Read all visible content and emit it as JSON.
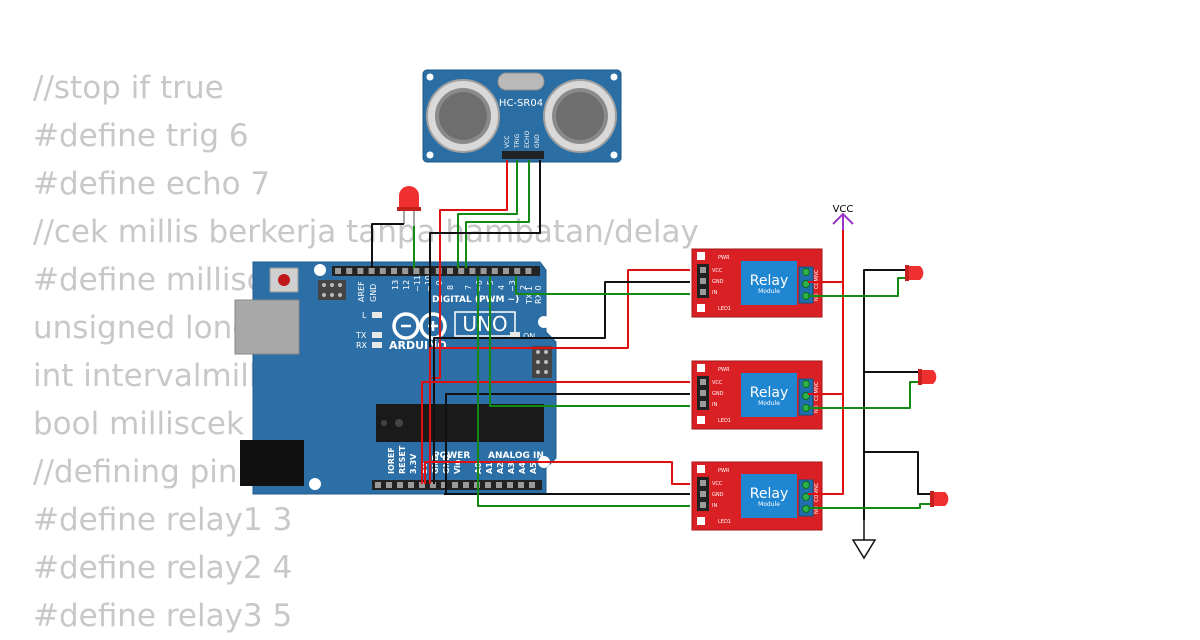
{
  "code_lines": [
    "//stop if true",
    "#define trig 6",
    "#define echo 7",
    "//cek millis berkerja tanpa hambatan/delay",
    "#define milliscek",
    "unsigned long",
    "int intervalmilli",
    "bool milliscek",
    "//defining pin",
    "#define relay1 3",
    "#define relay2 4",
    "#define relay3 5"
  ],
  "sensor": {
    "label": "HC-SR04",
    "pins": [
      "VCC",
      "TRIG",
      "ECHO",
      "GND"
    ]
  },
  "arduino": {
    "brand": "ARDUINO",
    "model": "UNO",
    "digital_label": "DIGITAL (PWM ~)",
    "power_label": "POWER",
    "analog_label": "ANALOG IN",
    "on_label": "ON",
    "l_label": "L",
    "tx_label": "TX",
    "rx_label": "RX",
    "top_pins": [
      "AREF",
      "GND",
      "13",
      "12",
      "~11",
      "~10",
      "~9",
      "8",
      "7",
      "~6",
      "~5",
      "4",
      "~3",
      "2",
      "TX 1",
      "RX 0"
    ],
    "bottom_pins": [
      "IOREF",
      "RESET",
      "3.3V",
      "5V",
      "GND",
      "GND",
      "Vin",
      "A0",
      "A1",
      "A2",
      "A3",
      "A4",
      "A5"
    ]
  },
  "relays": [
    {
      "title": "Relay",
      "subtitle": "Module",
      "pins": [
        "VCC",
        "GND",
        "IN"
      ],
      "pwr": "PWR",
      "led": "LED1",
      "terminals": [
        "NC",
        "COM",
        "NO"
      ]
    },
    {
      "title": "Relay",
      "subtitle": "Module",
      "pins": [
        "VCC",
        "GND",
        "IN"
      ],
      "pwr": "PWR",
      "led": "LED1",
      "terminals": [
        "NC",
        "COM",
        "NO"
      ]
    },
    {
      "title": "Relay",
      "subtitle": "Module",
      "pins": [
        "VCC",
        "GND",
        "IN"
      ],
      "pwr": "PWR",
      "led": "LED1",
      "terminals": [
        "NC",
        "COM",
        "NO"
      ]
    }
  ],
  "vcc_label": "VCC",
  "colors": {
    "board": "#2c6fa6",
    "relay_board": "#d92024",
    "relay_body": "#1f86d1",
    "wire_red": "#e01010",
    "wire_black": "#111111",
    "wire_green": "#138a13",
    "vcc_purple": "#9a35c9",
    "led_red": "#f03030"
  }
}
